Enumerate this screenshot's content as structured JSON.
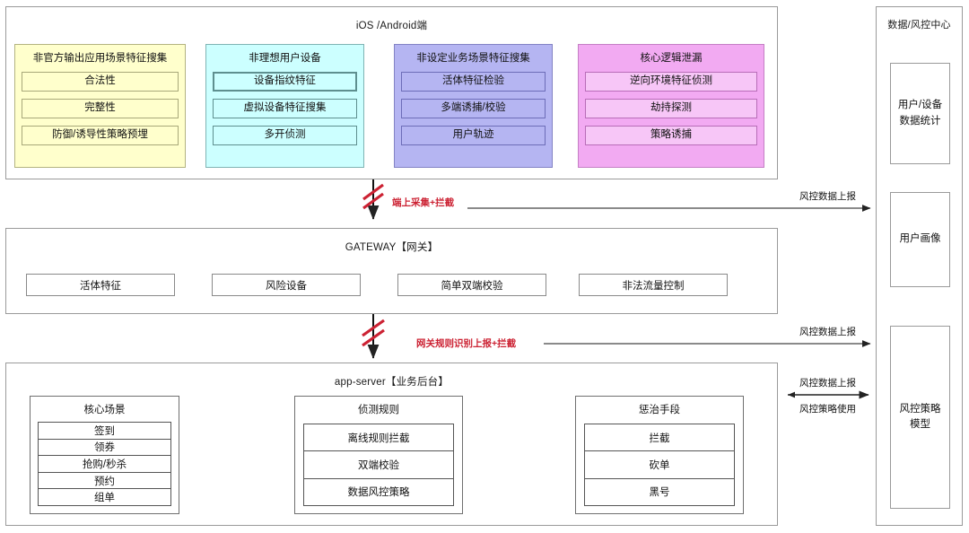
{
  "layers": {
    "client": {
      "title": "iOS /Android端",
      "groups": [
        {
          "name": "non-official-output",
          "title": "非官方输出应用场景特征搜集",
          "color": "#ffffcc",
          "items": [
            "合法性",
            "完整性",
            "防御/诱导性策略预埋"
          ]
        },
        {
          "name": "non-ideal-device",
          "title": "非理想用户设备",
          "color": "#ccffff",
          "items": [
            "设备指纹特征",
            "虚拟设备特征搜集",
            "多开侦测"
          ],
          "highlight_index": 0
        },
        {
          "name": "non-defined-scene",
          "title": "非设定业务场景特征搜集",
          "color": "#b5b5f2",
          "items": [
            "活体特征检验",
            "多端诱捕/校验",
            "用户轨迹"
          ]
        },
        {
          "name": "core-logic-leak",
          "title": "核心逻辑泄漏",
          "color": "#f2aaf2",
          "items": [
            "逆向环境特征侦测",
            "劫持探测",
            "策略诱捕"
          ]
        }
      ]
    },
    "gateway": {
      "title": "GATEWAY【网关】",
      "items": [
        "活体特征",
        "风险设备",
        "简单双端校验",
        "非法流量控制"
      ]
    },
    "appserver": {
      "title": "app-server【业务后台】",
      "stacks": [
        {
          "name": "core-scenes",
          "title": "核心场景",
          "rows": [
            "签到",
            "领券",
            "抢购/秒杀",
            "预约",
            "组单"
          ]
        },
        {
          "name": "detect-rules",
          "title": "侦测规则",
          "rows": [
            "离线规则拦截",
            "双端校验",
            "数据风控策略"
          ]
        },
        {
          "name": "punish-means",
          "title": "惩治手段",
          "rows": [
            "拦截",
            "砍单",
            "黑号"
          ]
        }
      ]
    },
    "datacenter": {
      "title": "数据/风控中心",
      "cards": [
        "用户/设备\n数据统计",
        "用户画像",
        "风控策略\n模型"
      ]
    }
  },
  "connectors": {
    "client_to_gateway": "端上采集+拦截",
    "gateway_to_appserver": "网关规则识别上报+拦截",
    "client_report": "风控数据上报",
    "gateway_report": "风控数据上报",
    "appserver_report_up": "风控数据上报",
    "appserver_report_down": "风控策略使用"
  },
  "colors": {
    "accent_red": "#cc2233",
    "line": "#333333",
    "border": "#8a8a8a"
  }
}
